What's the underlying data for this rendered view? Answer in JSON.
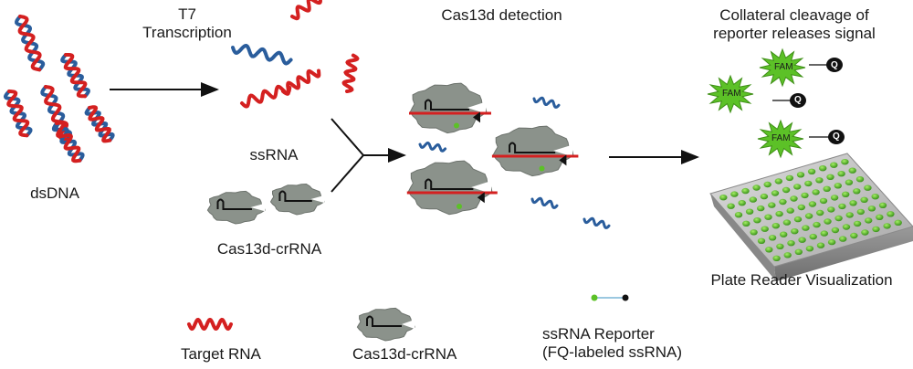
{
  "diagram": {
    "step_labels": {
      "t7_line1": "T7",
      "t7_line2": "Transcription",
      "cas13d_detection": "Cas13d detection",
      "collateral_line1": "Collateral cleavage of",
      "collateral_line2": "reporter releases signal"
    },
    "molecule_labels": {
      "dsdna": "dsDNA",
      "ssrna": "ssRNA",
      "cas13d_crrna": "Cas13d-crRNA",
      "plate_reader": "Plate Reader Visualization"
    },
    "reporter": {
      "fluorophore": "FAM",
      "quencher": "Q"
    },
    "legend": {
      "target_rna": "Target RNA",
      "cas13d_crrna": "Cas13d-crRNA",
      "reporter_line1": "ssRNA Reporter",
      "reporter_line2": "(FQ-labeled ssRNA)"
    },
    "colors": {
      "dna_red": "#d42020",
      "dna_blue": "#2a5d9c",
      "protein_gray": "#8b928b",
      "fam_green": "#5cc127",
      "quencher": "#111111",
      "plate_gray": "#b9b9b9"
    }
  }
}
